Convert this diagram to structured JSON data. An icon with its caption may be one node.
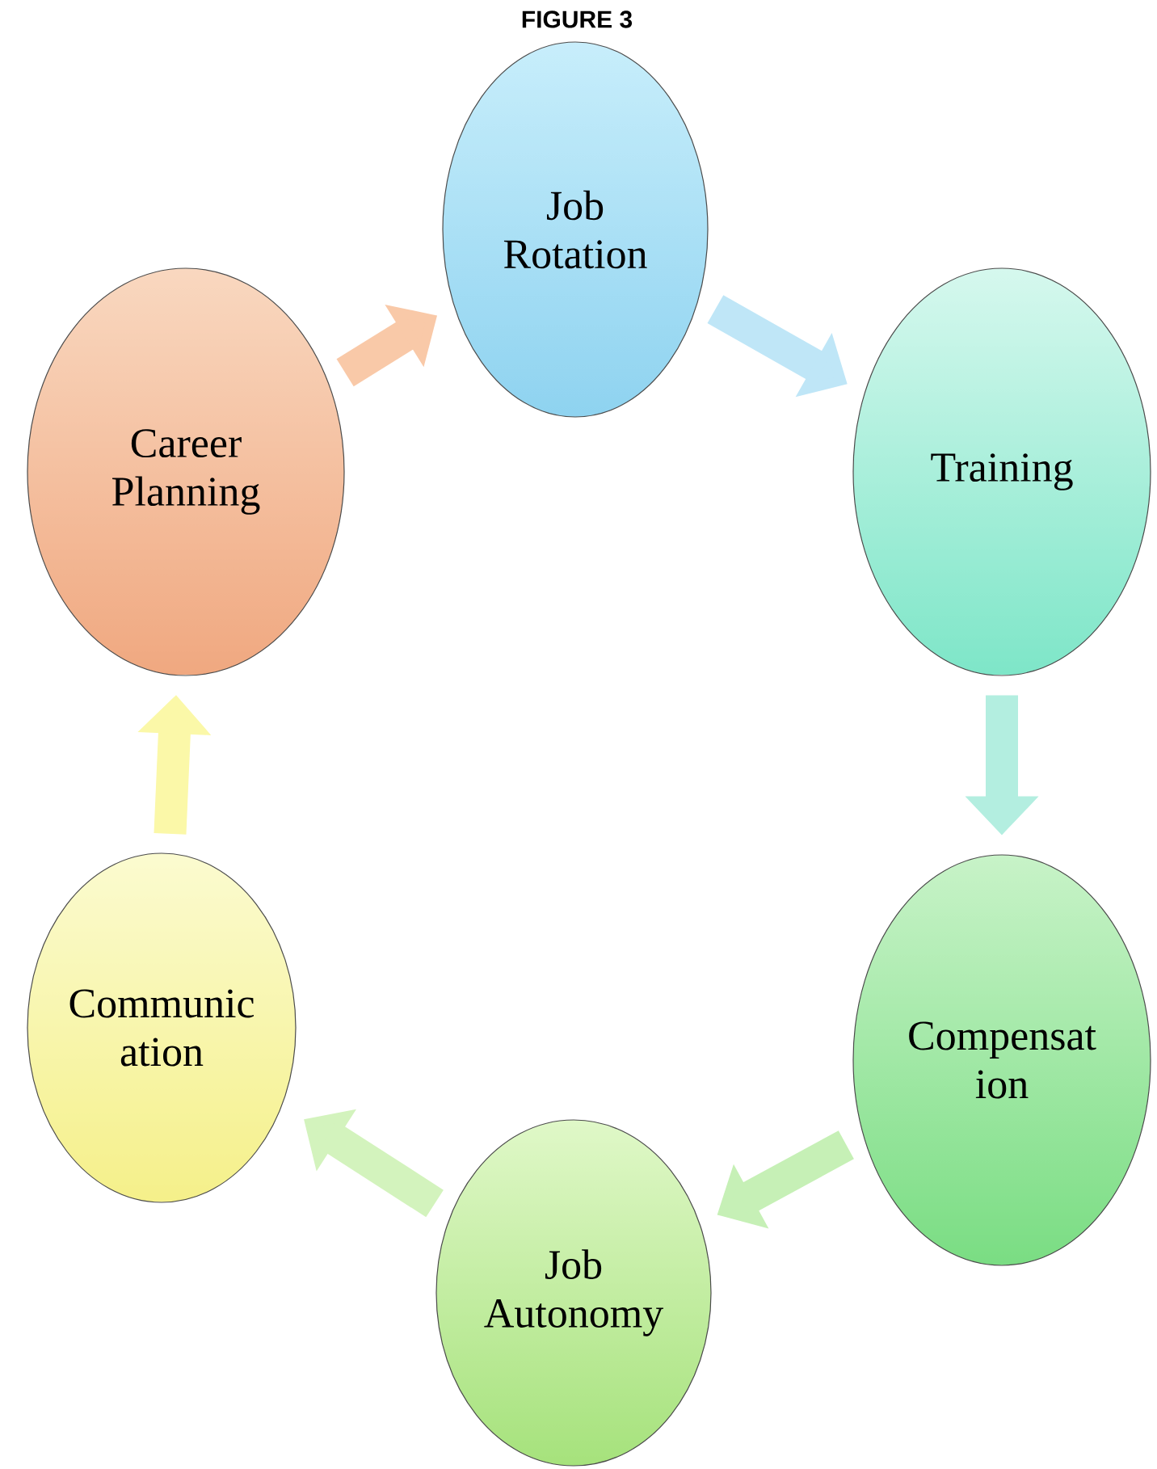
{
  "diagram": {
    "title": "FIGURE 3",
    "nodes": [
      {
        "text": [
          "Job Rotation"
        ]
      },
      {
        "text": [
          "Training"
        ]
      },
      {
        "text": [
          "Compensat ion"
        ]
      },
      {
        "text": [
          "Job Autonomy"
        ]
      },
      {
        "text": [
          "Communic ation"
        ]
      },
      {
        "text": [
          "Career Planning"
        ]
      }
    ],
    "edges": [
      {
        "from": 0,
        "to": 1,
        "arrow": "to",
        "color": "#bfe6f7"
      },
      {
        "from": 1,
        "to": 2,
        "arrow": "to",
        "color": "#b3eee0"
      },
      {
        "from": 2,
        "to": 3,
        "arrow": "to",
        "color": "#c6f0b6"
      },
      {
        "from": 3,
        "to": 4,
        "arrow": "to",
        "color": "#d3f3bd"
      },
      {
        "from": 4,
        "to": 5,
        "arrow": "to",
        "color": "#fbf8a8"
      },
      {
        "from": 5,
        "to": 0,
        "arrow": "to",
        "color": "#f9c9a8"
      }
    ]
  }
}
